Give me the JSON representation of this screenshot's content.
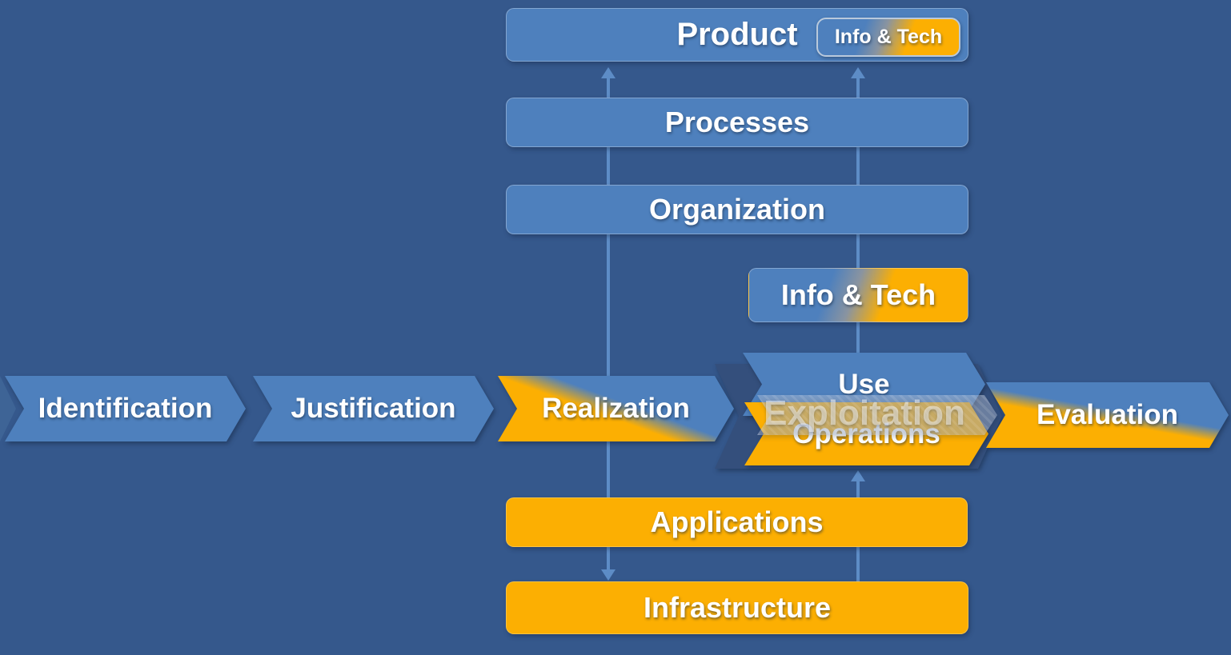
{
  "diagram": {
    "layer_stack": {
      "product": "Product",
      "product_badge": "Info & Tech",
      "processes": "Processes",
      "organization": "Organization",
      "info_tech": "Info & Tech",
      "applications": "Applications",
      "infrastructure": "Infrastructure"
    },
    "lifecycle_phases": {
      "identification": "Identification",
      "justification": "Justification",
      "realization": "Realization",
      "exploitation": "Exploitation",
      "use": "Use",
      "operations": "Operations",
      "evaluation": "Evaluation"
    },
    "colors": {
      "background": "#35588C",
      "primary_blue": "#4E80BD",
      "accent_orange": "#FCAF02",
      "connector_blue": "#5D8CC6",
      "backdrop_navy": "#344F7C"
    }
  }
}
